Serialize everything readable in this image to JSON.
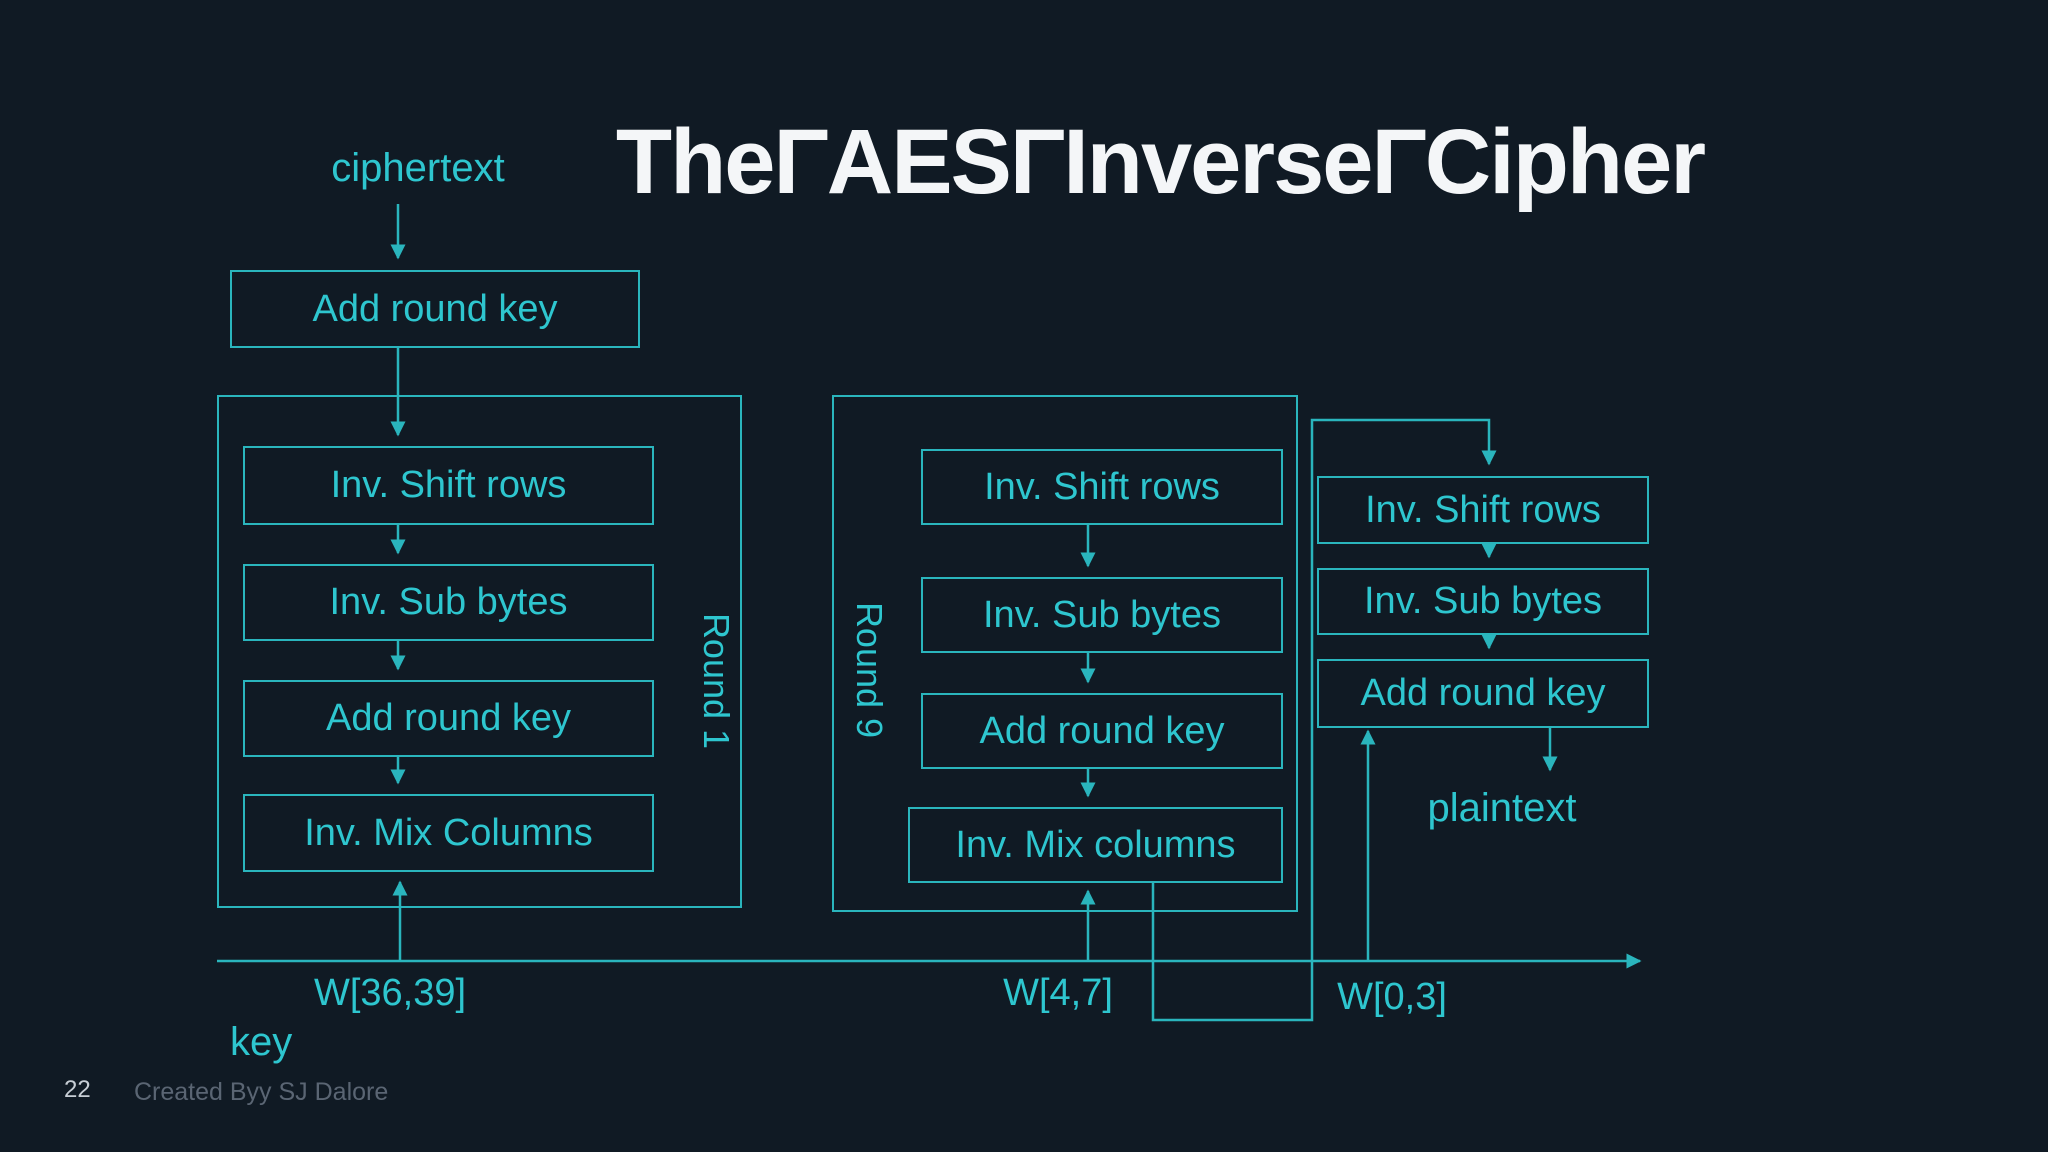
{
  "slide": {
    "title": "TheΓAESΓInverseΓCipher",
    "page_number": "22",
    "credit": "Created Byy SJ Dalore"
  },
  "labels": {
    "ciphertext": "ciphertext",
    "plaintext": "plaintext",
    "key": "key",
    "w_36_39": "W[36,39]",
    "w_4_7": "W[4,7]",
    "w_0_3": "W[0,3]"
  },
  "diagram": {
    "top_box": "Add round key",
    "rounds": [
      {
        "name": "Round 1",
        "boxes": [
          "Inv. Shift rows",
          "Inv. Sub bytes",
          "Add round key",
          "Inv. Mix Columns"
        ]
      },
      {
        "name": "Round 9",
        "boxes": [
          "Inv. Shift rows",
          "Inv. Sub bytes",
          "Add round key",
          "Inv. Mix columns"
        ]
      },
      {
        "name": "",
        "boxes": [
          "Inv. Shift rows",
          "Inv. Sub bytes",
          "Add round key"
        ]
      }
    ]
  },
  "colors": {
    "background": "#101a24",
    "line_teal": "#2ab5bd",
    "text_teal": "#2ec6cf",
    "title_white": "#f4f6f8",
    "credit_gray": "#5a6573",
    "page_gray": "#c7ced5"
  }
}
